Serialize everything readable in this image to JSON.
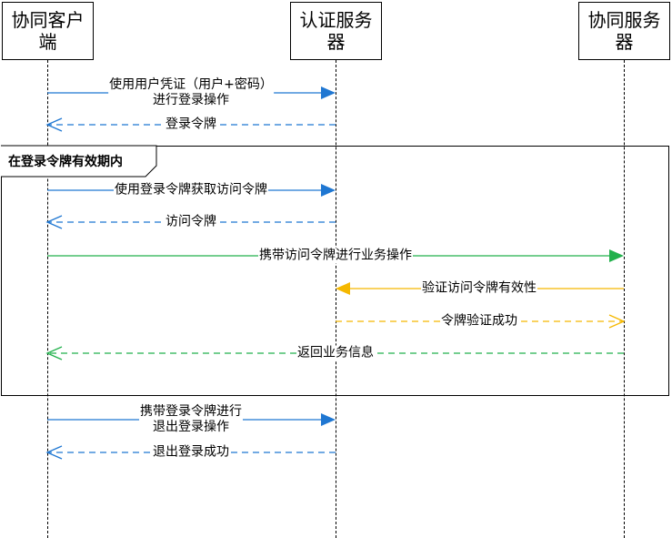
{
  "actors": {
    "client": "协同客户端",
    "auth": "认证服务器",
    "service": "协同服务器"
  },
  "frame": {
    "label": "在登录令牌有效期内"
  },
  "messages": [
    {
      "id": "m1",
      "lines": [
        "使用用户凭证（用户+密码）",
        "进行登录操作"
      ],
      "from": "client",
      "to": "auth",
      "style": "solid",
      "color": "#1f77d2"
    },
    {
      "id": "m2",
      "lines": [
        "登录令牌"
      ],
      "from": "auth",
      "to": "client",
      "style": "dashed",
      "color": "#1f77d2"
    },
    {
      "id": "m3",
      "lines": [
        "使用登录令牌获取访问令牌"
      ],
      "from": "client",
      "to": "auth",
      "style": "solid",
      "color": "#1f77d2"
    },
    {
      "id": "m4",
      "lines": [
        "访问令牌"
      ],
      "from": "auth",
      "to": "client",
      "style": "dashed",
      "color": "#1f77d2"
    },
    {
      "id": "m5",
      "lines": [
        "携带访问令牌进行业务操作"
      ],
      "from": "client",
      "to": "service",
      "style": "solid",
      "color": "#22b14c"
    },
    {
      "id": "m6",
      "lines": [
        "验证访问令牌有效性"
      ],
      "from": "service",
      "to": "auth",
      "style": "solid",
      "color": "#f5b800"
    },
    {
      "id": "m7",
      "lines": [
        "令牌验证成功"
      ],
      "from": "auth",
      "to": "service",
      "style": "dashed",
      "color": "#f5b800"
    },
    {
      "id": "m8",
      "lines": [
        "返回业务信息"
      ],
      "from": "service",
      "to": "client",
      "style": "dashed",
      "color": "#22b14c"
    },
    {
      "id": "m9",
      "lines": [
        "携带登录令牌进行",
        "退出登录操作"
      ],
      "from": "client",
      "to": "auth",
      "style": "solid",
      "color": "#1f77d2"
    },
    {
      "id": "m10",
      "lines": [
        "退出登录成功"
      ],
      "from": "auth",
      "to": "client",
      "style": "dashed",
      "color": "#1f77d2"
    }
  ]
}
